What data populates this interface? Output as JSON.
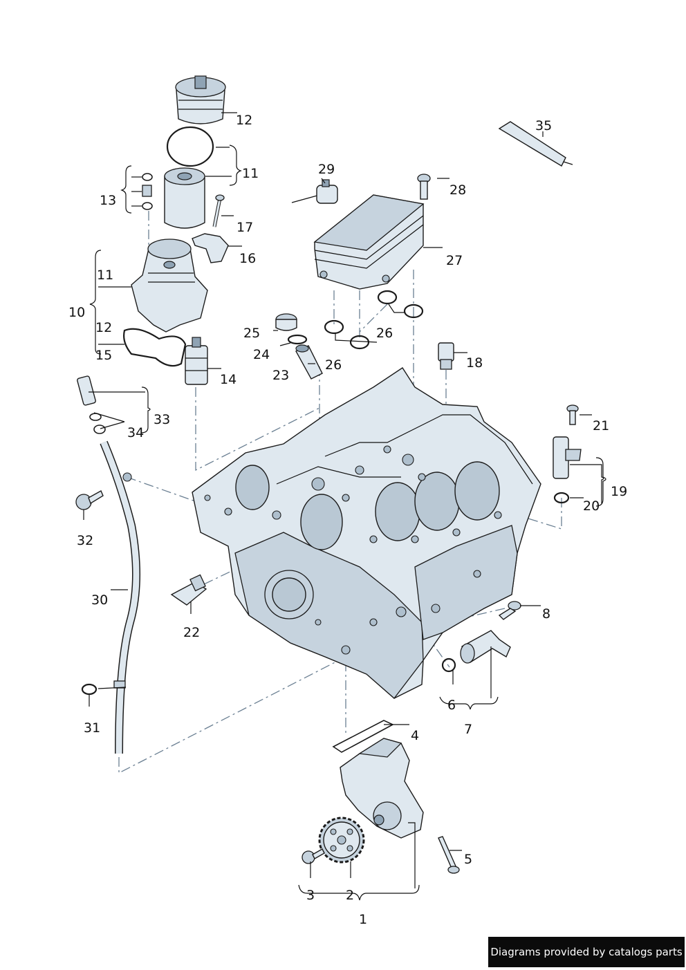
{
  "footer": {
    "text": "Diagrams provided by catalogs parts"
  },
  "colors": {
    "part_fill": "#dfe8ef",
    "line": "#1b1b1b",
    "dash": "#6a7f92",
    "footer_bg": "#0b0b0b"
  },
  "callouts": {
    "n1": "1",
    "n2": "2",
    "n3": "3",
    "n4": "4",
    "n5": "5",
    "n6": "6",
    "n7": "7",
    "n8": "8",
    "n10": "10",
    "n11a": "11",
    "n11b": "11",
    "n12a": "12",
    "n12b": "12",
    "n13": "13",
    "n14": "14",
    "n15": "15",
    "n16": "16",
    "n17": "17",
    "n18": "18",
    "n19": "19",
    "n20": "20",
    "n21": "21",
    "n22": "22",
    "n23": "23",
    "n24": "24",
    "n25": "25",
    "n26a": "26",
    "n26b": "26",
    "n27": "27",
    "n28": "28",
    "n29": "29",
    "n30": "30",
    "n31": "31",
    "n32": "32",
    "n33": "33",
    "n34": "34",
    "n35": "35"
  }
}
